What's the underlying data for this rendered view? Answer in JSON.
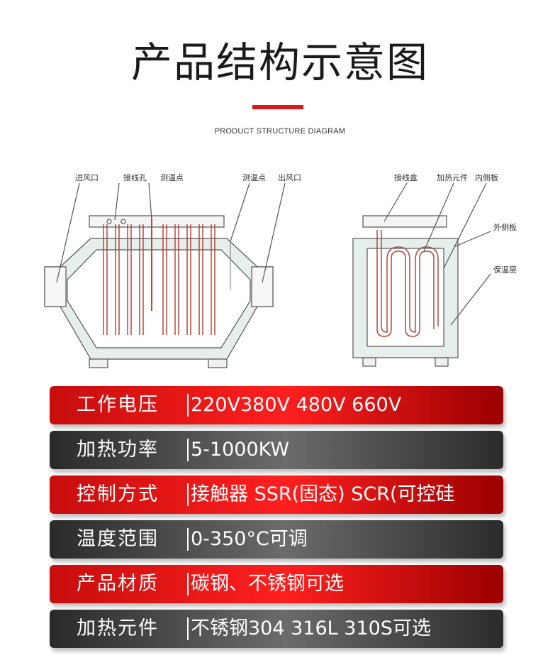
{
  "header": {
    "title": "产品结构示意图",
    "subtitle": "PRODUCT STRUCTURE DIAGRAM",
    "accent_color": "#d41a1a"
  },
  "diagram": {
    "left_labels": [
      "进风口",
      "接线孔",
      "测温点",
      "测温点",
      "出风口"
    ],
    "right_labels": [
      "接线盒",
      "加热元件",
      "内侧板",
      "外侧板",
      "保温层"
    ]
  },
  "specs": [
    {
      "label": "工作电压",
      "value": "220V380V 480V 660V",
      "style": "red"
    },
    {
      "label": "加热功率",
      "value": "5-1000KW",
      "style": "dark"
    },
    {
      "label": "控制方式",
      "value": "接触器  SSR(固态)  SCR(可控硅",
      "style": "red"
    },
    {
      "label": "温度范围",
      "value": "0-350°C可调",
      "style": "dark"
    },
    {
      "label": "产品材质",
      "value": "碳钢、不锈钢可选",
      "style": "red"
    },
    {
      "label": "加热元件",
      "value": "不锈钢304  316L  310S可选",
      "style": "dark"
    }
  ]
}
